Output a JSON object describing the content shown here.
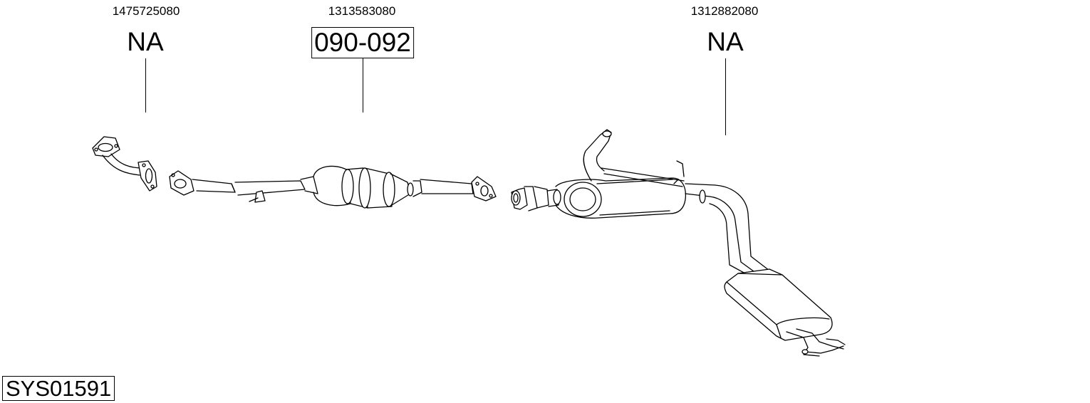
{
  "parts": [
    {
      "part_number": "1475725080",
      "code": "NA",
      "boxed": false
    },
    {
      "part_number": "1313583080",
      "code": "090-092",
      "boxed": true
    },
    {
      "part_number": "1312882080",
      "code": "NA",
      "boxed": false
    }
  ],
  "system_id": "SYS01591"
}
